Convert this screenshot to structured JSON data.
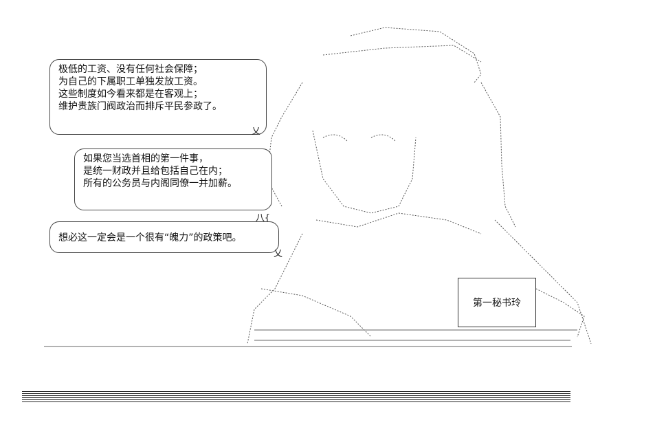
{
  "bubble1": {
    "lines": [
      "极低的工资、没有任何社会保障；",
      "为自己的下属职工单独发放工资。",
      "这些制度如今看来都是在客观上；",
      "维护贵族门阀政治而排斥平民参政了。"
    ]
  },
  "bubble2": {
    "lines": [
      "如果您当选首相的第一件事，",
      "是统一财政并且给包括自己在内；",
      "所有的公务员与内阁同僚一并加薪。"
    ]
  },
  "bubble3": {
    "lines": [
      "想必这一定会是一个很有“魄力”的政策吧。"
    ]
  },
  "nameplate": {
    "label": "第一秘书玲"
  },
  "tails": [
    "乂",
    "八{",
    "乂"
  ],
  "colors": {
    "ink": "#111111",
    "background": "#ffffff"
  }
}
